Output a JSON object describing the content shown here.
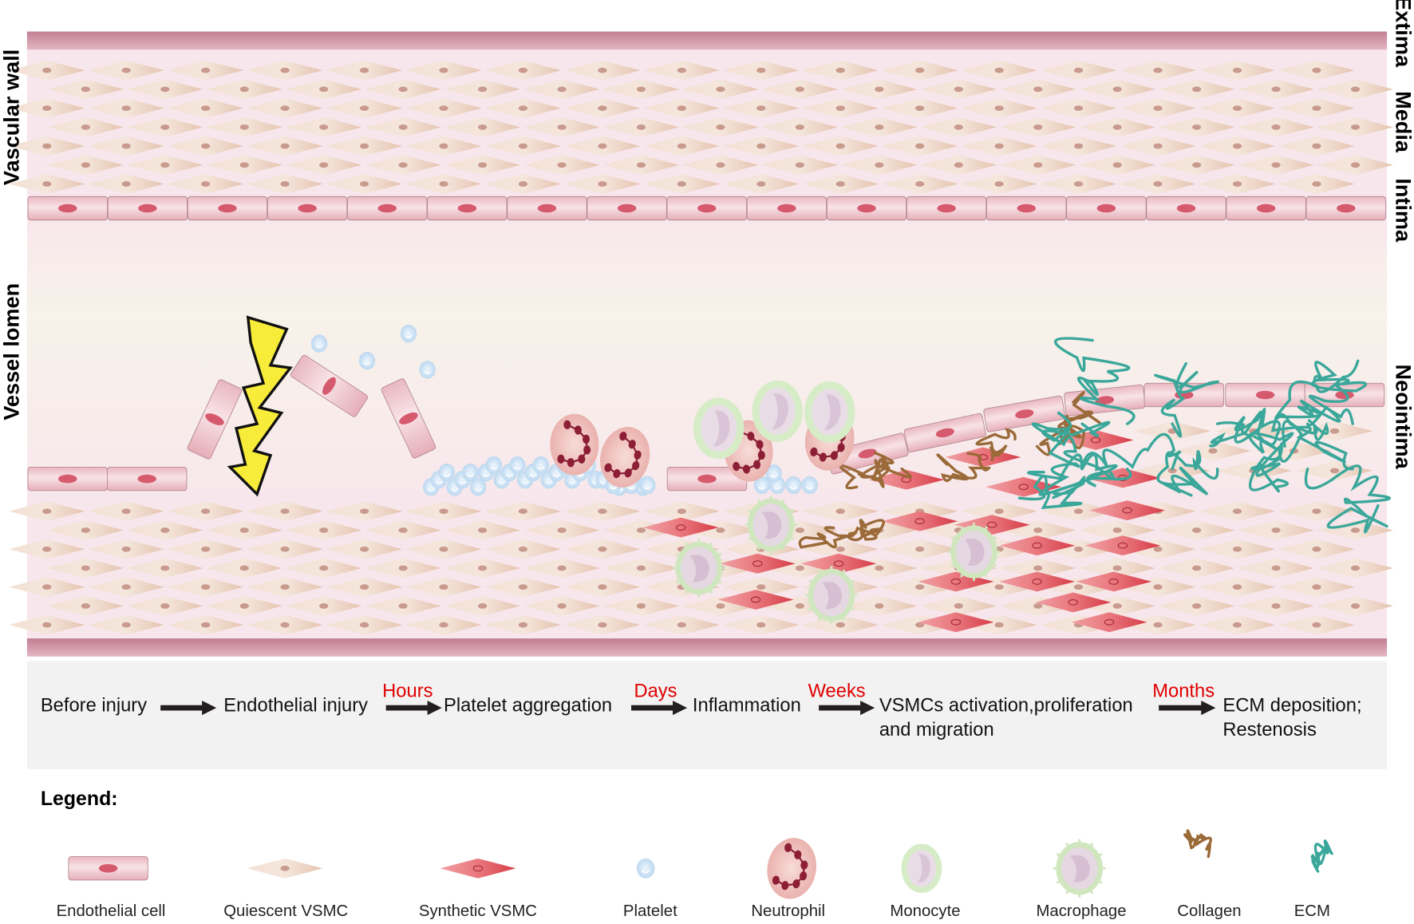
{
  "labels": {
    "left": {
      "vascular_wall": "Vascular wall",
      "vessel_lumen": "Vessel lomen"
    },
    "right": {
      "extima": "Extima",
      "media": "Media",
      "intima": "Intima",
      "neointima": "Neointima"
    }
  },
  "timeline": {
    "stages": [
      "Before injury",
      "Endothelial injury",
      "Platelet aggregation",
      "Inflammation",
      "VSMCs activation,proliferation",
      "ECM deposition;"
    ],
    "stage_second_lines": {
      "vsmc": "and migration",
      "ecm": "Restenosis"
    },
    "intervals": [
      "Hours",
      "Days",
      "Weeks",
      "Months"
    ]
  },
  "legend": {
    "title": "Legend:",
    "items": [
      {
        "label": "Endothelial cell",
        "icon": "endothelial-cell-icon"
      },
      {
        "label": "Quiescent VSMC",
        "icon": "quiescent-vsmc-icon"
      },
      {
        "label": "Synthetic VSMC",
        "icon": "synthetic-vsmc-icon"
      },
      {
        "label": "Platelet",
        "icon": "platelet-icon"
      },
      {
        "label": "Neutrophil",
        "icon": "neutrophil-icon"
      },
      {
        "label": "Monocyte",
        "icon": "monocyte-icon"
      },
      {
        "label": "Macrophage",
        "icon": "macrophage-icon"
      },
      {
        "label": "Collagen",
        "icon": "collagen-icon"
      },
      {
        "label": "ECM",
        "icon": "ecm-icon"
      }
    ]
  },
  "colors": {
    "adventitia_band": "#c98a9c",
    "wall": "#f7e6ec",
    "lumen": "#f7f1ea",
    "endothelial": "#eec3ca",
    "quiescent_vsmc": "#ecd2c0",
    "synthetic_vsmc": "#e0535d",
    "platelet": "#cfe4f5",
    "neutrophil": "#f0c4c0",
    "neutrophil_nucleus": "#8c1f35",
    "monocyte": "#d6ecc6",
    "collagen": "#9a6a38",
    "ecm": "#3aa79a",
    "lightning": "#f8ec3a",
    "interval_text": "#e00000",
    "timeline_bg": "#f2f2f2"
  }
}
